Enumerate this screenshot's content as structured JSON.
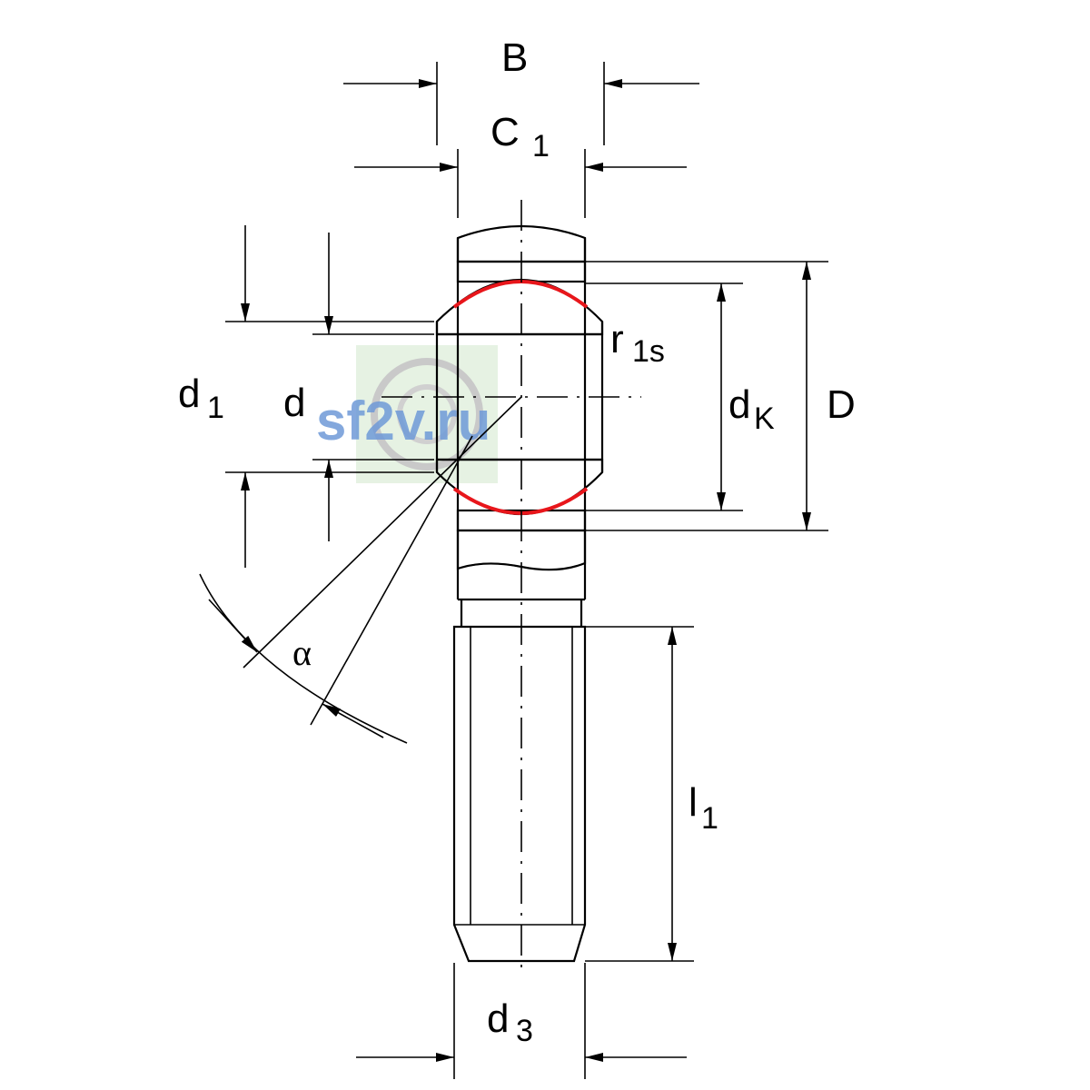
{
  "labels": {
    "B": "B",
    "C": "C",
    "C_sub": "1",
    "d1": "d",
    "d1_sub": "1",
    "d": "d",
    "r": "r",
    "r_sub": "1s",
    "dK": "d",
    "dK_sub": "K",
    "D": "D",
    "alpha": "α",
    "l": "l",
    "l_sub": "1",
    "d3": "d",
    "d3_sub": "3"
  },
  "watermark": "sf2v.ru",
  "colors": {
    "lines": "#000000",
    "seal": "#e8161b",
    "watermark_text": "#6f9ad8",
    "watermark_bg": "#e6f2e3"
  }
}
